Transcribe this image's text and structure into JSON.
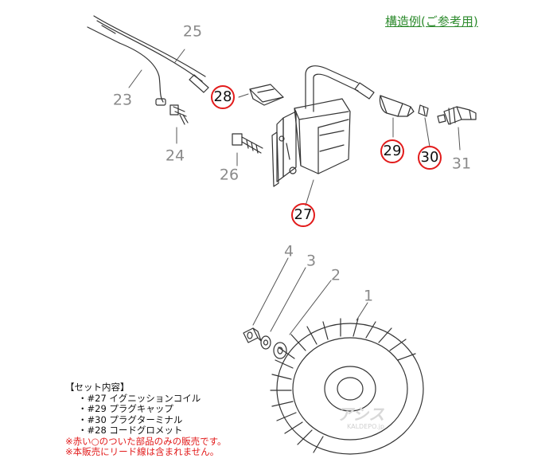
{
  "title": "構造例(ご参考用)",
  "part_labels": {
    "p1": "1",
    "p2": "2",
    "p3": "3",
    "p4": "4",
    "p23": "23",
    "p24": "24",
    "p25": "25",
    "p26": "26",
    "p27": "27",
    "p28": "28",
    "p29": "29",
    "p30": "30",
    "p31": "31"
  },
  "highlighted_parts": [
    "27",
    "28",
    "29",
    "30"
  ],
  "highlight_color": "#e21b1b",
  "set_contents": {
    "heading": "【セット内容】",
    "items": [
      "・#27 イグニッションコイル",
      "・#29 プラグキャップ",
      "・#30 プラグターミナル",
      "・#28 コードグロメット"
    ],
    "notes": [
      "※赤い○のついた部品のみの販売です。",
      "※本販売にリード線は含まれません。"
    ]
  },
  "watermark": {
    "brand": "アシス",
    "site": "KALDEPO.jp"
  }
}
